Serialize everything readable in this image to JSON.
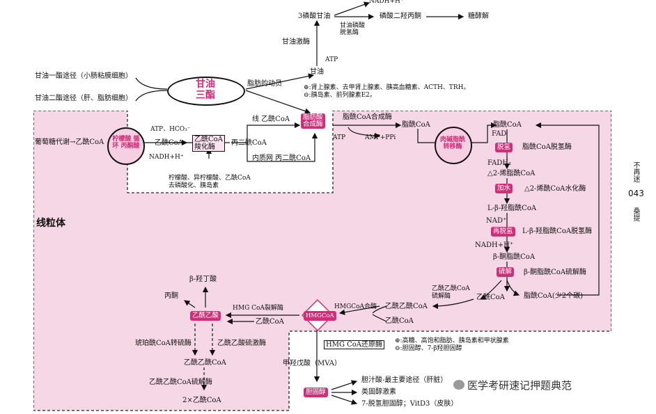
{
  "colors": {
    "mito_fill": "#f6d7e6",
    "highlight": "#cf2e78",
    "dash": "#222222"
  },
  "top": {
    "nadh_top": "NADH+H⁺",
    "glycerol_3p": "3磷酸甘油",
    "dhap": "磷酸二羟丙酮",
    "glycolysis": "糖酵解",
    "g3p_dehydrogenase": "甘油磷酸\n脱氢酶",
    "glycerol_kinase": "甘油激酶",
    "atp": "ATP",
    "glycerol": "甘油",
    "mobilization": "脂肪的动员",
    "hormones_up": "⊕:肾上腺素、去甲肾上腺素、胰高血糖素、ACTH、TRH。",
    "hormones_down": "⊖:胰岛素、前列腺素E2。",
    "mg_pathway": "甘油一酯途径（小肠粘膜细胞）",
    "dg_pathway": "甘油二酯途径（肝、脂肪细胞）",
    "triglyceride": "甘油\n三酯"
  },
  "left": {
    "glucose_metab": "葡萄糖代谢→乙酰CoA",
    "cycle_label": "柠檬酸 循环 丙酮酸",
    "atp_hco3": "ATP、HCO₃⁻",
    "acetyl_coa": "乙酰CoA",
    "nadh": "NADH+H⁺",
    "acc_enzyme": "乙酰CoA\n羧化酶",
    "malonyl_coa": "丙二酰CoA",
    "activators": "柠檬酸、异柠檬酸、乙酰CoA",
    "deactivate": "去磷酸化、胰岛素",
    "linear_acetyl": "线 乙酰CoA",
    "er_malonyl": "内质网 丙二酰CoA",
    "fas": "脂肪酸\n合成酶"
  },
  "mid": {
    "acyl_synthetase": "脂酰CoA合成酶",
    "acyl_coa": "脂酰CoA",
    "atp2": "ATP",
    "amp_ppi": "AMP+PPi",
    "carnitine": "肉碱脂酰转移酶"
  },
  "beta": {
    "acyl_coa": "脂酰CoA",
    "fad": "FAD",
    "dehydro_tag": "脱氢",
    "acyl_dehydrogenase": "脂酰CoA脱氢酶",
    "fadh2": "FADH₂",
    "enoyl": "△2-烯脂酰CoA",
    "hydration_tag": "加水",
    "enoyl_hydratase": "△2-烯酰CoA水化酶",
    "hydroxy": "L-β-羟脂酰CoA",
    "nad": "NAD⁺",
    "redehydro_tag": "再脱氢",
    "hydroxy_dh": "L-β-羟脂酰CoA脱氢酶",
    "nadh": "NADH+H⁺",
    "keto": "β-酮脂酰CoA",
    "thiolysis_tag": "硫解",
    "thiolase": "β-酮脂酰CoA硫解酶",
    "acyl_less": "脂酰CoA(少2个碳)",
    "acetyl": "乙酰CoA",
    "acetoacetyl_thiolase": "乙酰乙酰CoA\n硫解酶",
    "acetoacetyl_coa": "乙酰乙酰CoA",
    "acetyl_coa2": "乙酰CoA"
  },
  "ketone": {
    "hmg_synthase": "HMGCoA合酶",
    "hmgcoa": "HMGCoA",
    "hmg_lyase": "HMG CoA裂解酶",
    "acetyl": "乙酰CoA",
    "acetoacetate": "乙酰乙酸",
    "hydroxybutyrate": "β-羟丁酸",
    "acetone": "丙酮",
    "succinyl_transferase": "琥珀酰CoA转硫酶",
    "acetoacetate_kinase": "乙酰乙酸硫激酶",
    "acetoacetyl_coa": "乙酰乙酰CoA",
    "aa_thiolase": "乙酰乙酰CoA硫解酶",
    "two_acetyl": "2×乙酰CoA"
  },
  "chol": {
    "reductase": "HMG CoA还原酶",
    "reg_up": "⊕:高糖、高饱和脂肪、胰岛素和甲状腺素",
    "reg_down": "⊖:胆固醇、7-β羟胆固醇",
    "mva": "甲羟戊酸（MVA）",
    "cholesterol": "胆固醇",
    "bile": "胆汁酸-最主要途径（肝脏）",
    "steroid": "类固醇激素",
    "vitd": "7-脱氢胆固醇；VitD3（皮肤）"
  },
  "mito_label": "线粒体",
  "watermark": "医学考研速记押题典范",
  "side": {
    "top": "不再迷",
    "page": "043",
    "bottom": "桑提"
  }
}
